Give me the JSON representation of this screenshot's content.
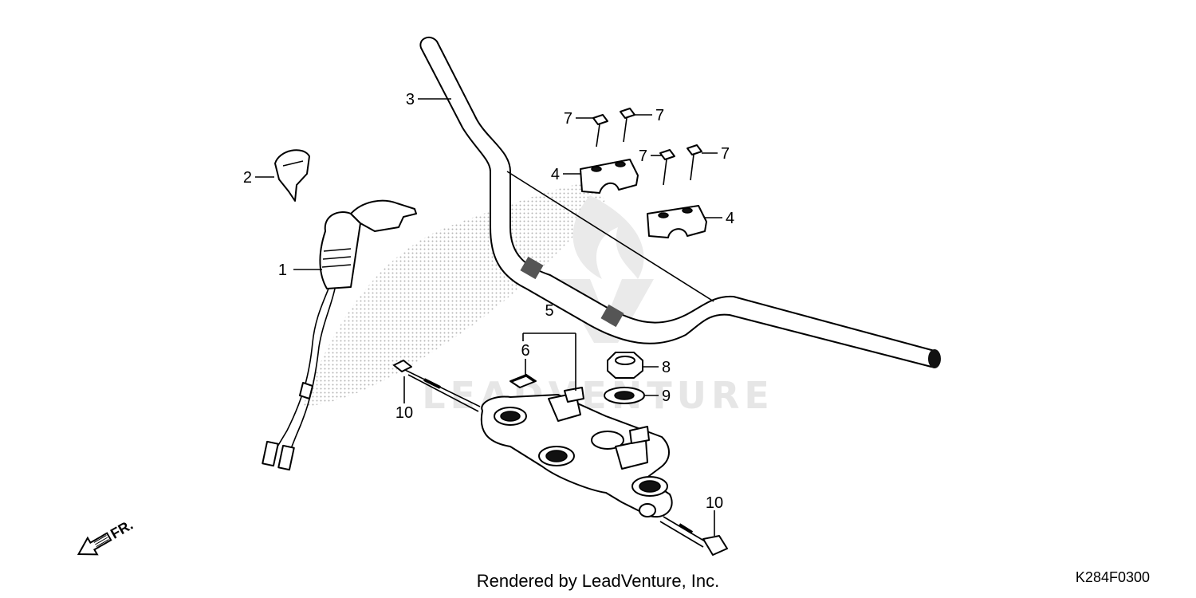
{
  "diagram": {
    "callouts": {
      "c1": "1",
      "c2": "2",
      "c3": "3",
      "c4a": "4",
      "c4b": "4",
      "c5": "5",
      "c6": "6",
      "c7a": "7",
      "c7b": "7",
      "c7c": "7",
      "c7d": "7",
      "c8": "8",
      "c9": "9",
      "c10a": "10",
      "c10b": "10"
    },
    "direction_label": "FR.",
    "watermark_text": "LEADVENTURE"
  },
  "footer": {
    "credit": "Rendered by LeadVenture, Inc.",
    "diagram_code": "K284F0300"
  },
  "colors": {
    "line": "#000000",
    "background": "#ffffff",
    "watermark": "#e6e6e6",
    "shadow_dots": "#b5b5b5"
  }
}
